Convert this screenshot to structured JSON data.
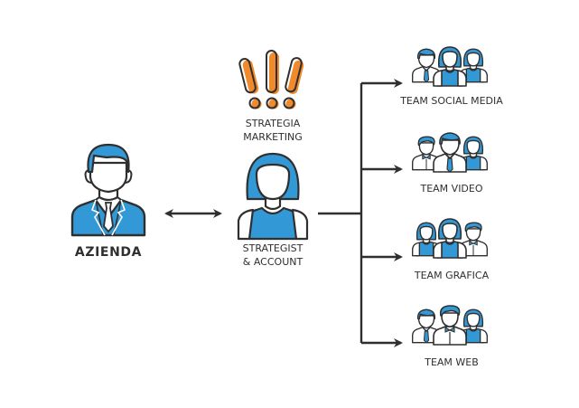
{
  "colors": {
    "accent": "#3399d6",
    "outline": "#2f2f2f",
    "warning": "#f08a2c",
    "background": "#ffffff"
  },
  "nodes": {
    "company": {
      "label": "AZIENDA",
      "icon": "businessman-icon"
    },
    "strategy": {
      "label_line1": "STRATEGIA",
      "label_line2": "MARKETING",
      "icon": "exclamation-marks-icon"
    },
    "strategist": {
      "label_line1": "STRATEGIST",
      "label_line2": "& ACCOUNT",
      "icon": "woman-icon"
    }
  },
  "teams": [
    {
      "label": "TEAM SOCIAL MEDIA",
      "icon": "team-group-icon"
    },
    {
      "label": "TEAM VIDEO",
      "icon": "team-group-icon"
    },
    {
      "label": "TEAM GRAFICA",
      "icon": "team-group-icon"
    },
    {
      "label": "TEAM WEB",
      "icon": "team-group-icon"
    }
  ],
  "connectors": {
    "company_to_strategist": "bidirectional-arrow",
    "strategist_to_teams": "branching-arrows"
  }
}
